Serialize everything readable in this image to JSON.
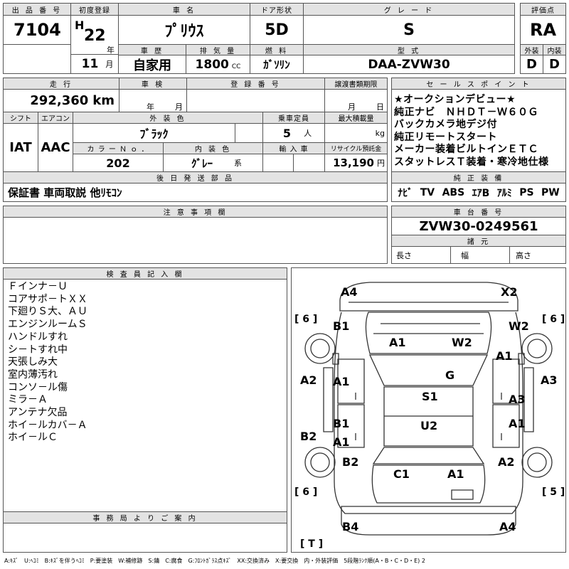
{
  "header": {
    "lot_label": "出 品 番 号",
    "lot_value": "7104",
    "first_reg_label": "初度登録",
    "era": "H",
    "year_num": "22",
    "year_unit": "年",
    "month_num": "11",
    "month_unit": "月",
    "car_name_label": "車 名",
    "car_name": "ﾌﾟﾘｳｽ",
    "door_label": "ドア形状",
    "door": "5D",
    "grade_label": "グ レ ー ド",
    "grade": "S",
    "score_label": "評価点",
    "score": "RA",
    "history_label": "車 歴",
    "history": "自家用",
    "displacement_label": "排 気 量",
    "displacement": "1800",
    "displacement_unit": "CC",
    "fuel_label": "燃 料",
    "fuel": "ｶﾞｿﾘﾝ",
    "model_label": "型 式",
    "model": "DAA-ZVW30",
    "exterior_label": "外装",
    "exterior_grade": "D",
    "interior_label": "内装",
    "interior_grade": "D"
  },
  "specs": {
    "mileage_label": "走 行",
    "mileage": "292,360",
    "mileage_unit": "km",
    "inspection_label": "車 検",
    "inspection_year": "年",
    "inspection_month": "月",
    "reg_no_label": "登 録 番 号",
    "transfer_label": "譲渡書類期限",
    "transfer_month": "月",
    "transfer_day": "日",
    "shift_label": "シフト",
    "shift": "IAT",
    "ac_label": "エアコン",
    "ac": "AAC",
    "color_label": "外 装 色",
    "color": "ﾌﾞﾗｯｸ",
    "capacity_label": "乗車定員",
    "capacity": "5",
    "capacity_unit": "人",
    "load_label": "最大積載量",
    "load_unit": "kg",
    "color_no_label": "カ ラ ー Ｎ ｏ ．",
    "color_no": "202",
    "int_color_label": "内 装 色",
    "int_color": "ｸﾞﾚｰ",
    "int_color_unit": "系",
    "import_label": "輸 入 車",
    "recycle_label": "リサイクル預託金",
    "recycle": "13,190",
    "recycle_unit": "円",
    "shipping_label": "後 日 発 送 部 品",
    "shipping": "保証書 車両取説 他ﾘﾓｺﾝ"
  },
  "sales": {
    "label": "セ ー ル ス ポ イ ン ト",
    "lines": [
      "★オークションデビュー★",
      "純正ナビ　ＮＨＤＴ－Ｗ６０Ｇ",
      "バックカメラ地デジ付",
      "純正リモートスタート",
      "メーカー装着ビルトインＥＴＣ",
      "スタットレスＴ装着・寒冷地仕様"
    ],
    "equip_label": "純 正 装 備",
    "equipment": [
      "ﾅﾋﾞ",
      "TV",
      "ABS",
      "ｴｱB",
      "ｱﾙﾐ",
      "PS",
      "PW"
    ]
  },
  "caution": {
    "label": "注 意 事 項 欄"
  },
  "chassis": {
    "label": "車 台 番 号",
    "number": "ZVW30-0249561",
    "dims_label": "諸 元",
    "length_label": "長さ",
    "width_label": "幅",
    "height_label": "高さ"
  },
  "inspector": {
    "label": "検 査 員 記 入 欄",
    "notes": [
      "Ｆインナ－Ｕ",
      "コアサポ－トＸＸ",
      "下廻りＳ大、ＡＵ",
      "エンジンルームＳ",
      "ハンドルすれ",
      "シ－トすれ中",
      "天張しみ大",
      "室内薄汚れ",
      "コンソ－ル傷",
      "ミラ－Ａ",
      "アンテナ欠品",
      "ホイ－ルカバ－Ａ",
      "ホイ－ルＣ"
    ]
  },
  "office": {
    "label": "事 務 局 よ り ご 案 内"
  },
  "diagram": {
    "tread": {
      "fl": "[ 6 ]",
      "fr": "[ 6 ]",
      "rl": "[ 6 ]",
      "rr": "[ 5 ]",
      "spare": "[ T ]"
    },
    "marks": {
      "front_bumper_left": "A4",
      "front_bumper_right": "X2",
      "fender_fl": "B1",
      "fender_fr": "W2",
      "hood_left": "A1",
      "hood_right": "W2",
      "front_right_area": "A1",
      "left_front": "A2",
      "right_front": "A3",
      "door_fl": "A1",
      "door_fr": "A3",
      "windshield": "G",
      "roof_front": "S1",
      "door_rl_1": "B1",
      "door_rl_2": "A1",
      "door_rr": "A1",
      "left_rear": "B2",
      "right_rear": "",
      "roof_rear": "U2",
      "rear_fender_left": "B2",
      "rear_fender_right": "A2",
      "trunk_left": "C1",
      "trunk_right": "A1",
      "rear_bumper_left": "B4",
      "rear_bumper_right": "A4"
    }
  },
  "legend": "A:ｷｽﾞ　U:ﾍｺﾐ　B:ｷｽﾞを伴うﾍｺﾐ　P:要塗装　W:補修跡　S:錆　C:腐食　G:ﾌﾛﾝﾄｶﾞﾗｽ点ｷｽﾞ　XX:交換済み　X:要交換　内・外装評価　5段階ﾗﾝｸ順(A・B・C・D・E) 2"
}
